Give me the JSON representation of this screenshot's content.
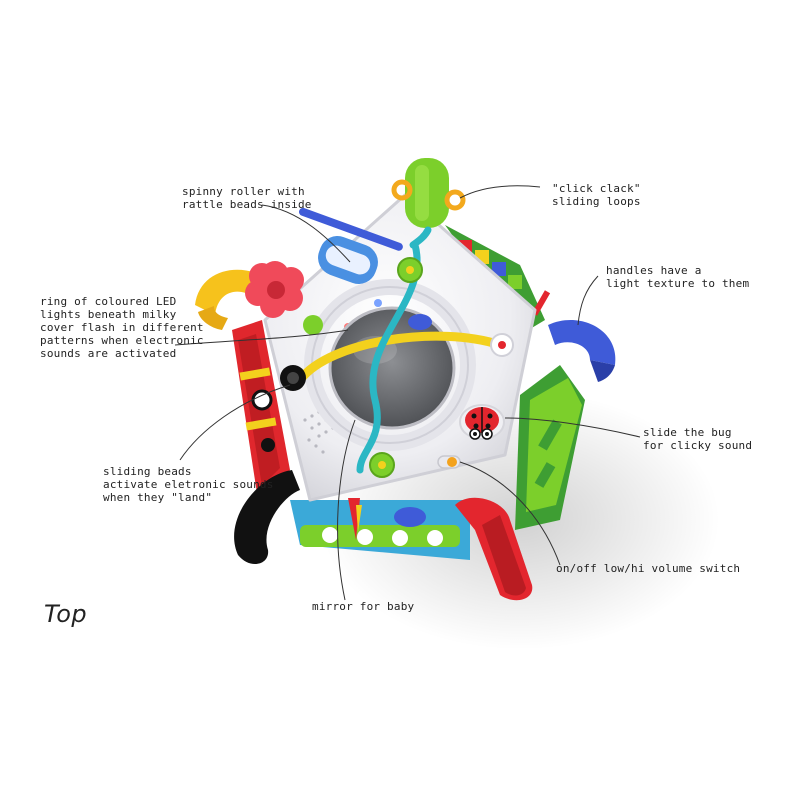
{
  "view_title": "Top",
  "annotations": {
    "roller": "spinny roller with\nrattle beads inside",
    "loops": "\"click clack\"\nsliding loops",
    "handles": "handles have a\nlight texture to them",
    "led": "ring of coloured LED\nlights beneath milky\ncover flash in different\npatterns when electronic\nsounds are activated",
    "bug": "slide the bug\nfor clicky sound",
    "beads": "sliding beads\nactivate eletronic sounds\nwhen they \"land\"",
    "switch": "on/off low/hi volume switch",
    "mirror": "mirror for baby"
  },
  "colors": {
    "body": "#f4f4f6",
    "green_handle": "#7ccf2b",
    "yellow_handle": "#f6c21c",
    "blue_handle": "#3f5bd8",
    "red_handle": "#e3262e",
    "black_handle": "#111111",
    "flower": "#f04a5a",
    "bead_wire_yellow": "#f3d11d",
    "bead_wire_cyan": "#2bb7c4"
  }
}
